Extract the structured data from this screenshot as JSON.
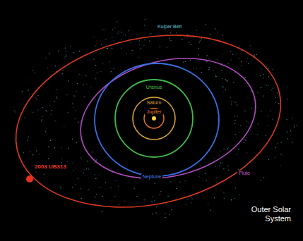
{
  "diagram": {
    "title": "Outer Solar System",
    "labels": [
      "Kuiper Belt",
      "Uranus",
      "Saturn",
      "Jupiter",
      "Neptune",
      "Pluto",
      "2003 UB313"
    ]
  }
}
